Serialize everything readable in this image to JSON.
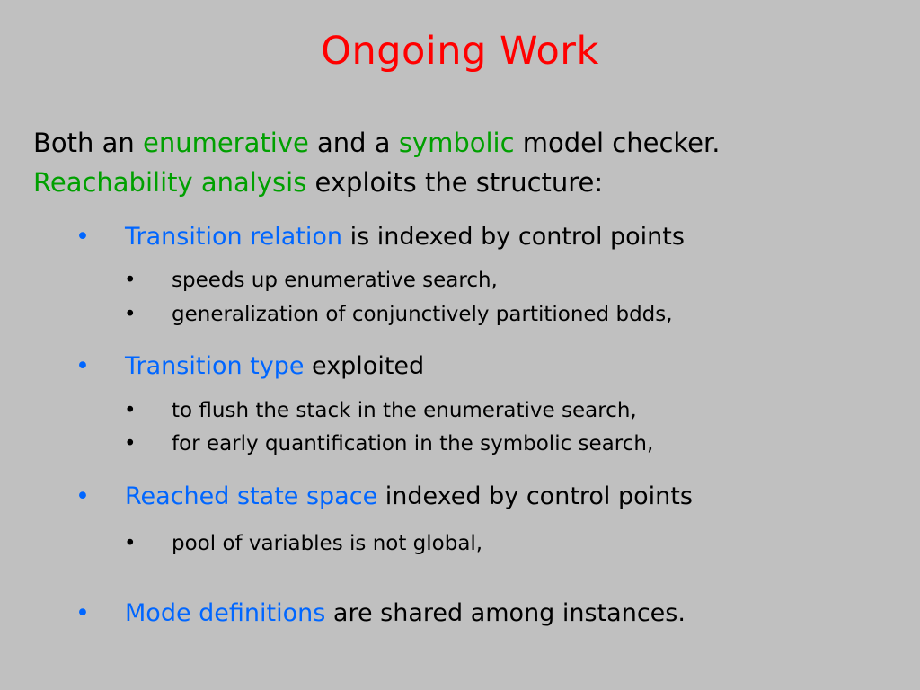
{
  "slide": {
    "title": "Ongoing Work",
    "intro": {
      "line1": {
        "a": "Both an ",
        "b": "enumerative",
        "c": " and a ",
        "d": "symbolic",
        "e": " model checker."
      },
      "line2": {
        "a": "Reachability analysis",
        "b": " exploits the structure:"
      }
    },
    "bullet_glyph": "•",
    "bullets": [
      {
        "highlight": "Transition relation",
        "rest": " is indexed by control points",
        "subs": [
          "speeds up enumerative search,",
          "generalization of conjunctively partitioned bdds,"
        ]
      },
      {
        "highlight": "Transition type",
        "rest": " exploited",
        "subs": [
          "to flush the stack in the enumerative search,",
          "for early quantification in the symbolic search,"
        ]
      },
      {
        "highlight": "Reached state space",
        "rest": " indexed by control points",
        "subs": [
          "pool of variables is not global,"
        ]
      },
      {
        "highlight": "Mode definitions",
        "rest": " are shared among instances.",
        "subs": []
      }
    ]
  },
  "colors": {
    "background": "#c0c0c0",
    "title": "#ff0000",
    "highlight_green": "#00a000",
    "highlight_blue": "#0066ff",
    "text": "#000000"
  }
}
